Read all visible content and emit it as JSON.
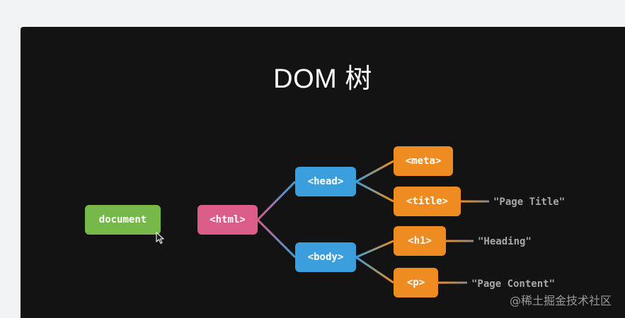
{
  "slide": {
    "title": "DOM 树"
  },
  "nodes": {
    "document": "document",
    "html": "<html>",
    "head": "<head>",
    "body": "<body>",
    "meta": "<meta>",
    "title": "<title>",
    "h1": "<h1>",
    "p": "<p>"
  },
  "text_nodes": {
    "page_title": "\"Page Title\"",
    "heading": "\"Heading\"",
    "page_content": "\"Page Content\""
  },
  "colors": {
    "background": "#131313",
    "document": "#77b84a",
    "html": "#dc5c8a",
    "head_body": "#3a9fdc",
    "leaf_elements": "#ee8c22",
    "text_nodes": "#a8a8a8"
  },
  "watermark": "@稀土掘金技术社区"
}
